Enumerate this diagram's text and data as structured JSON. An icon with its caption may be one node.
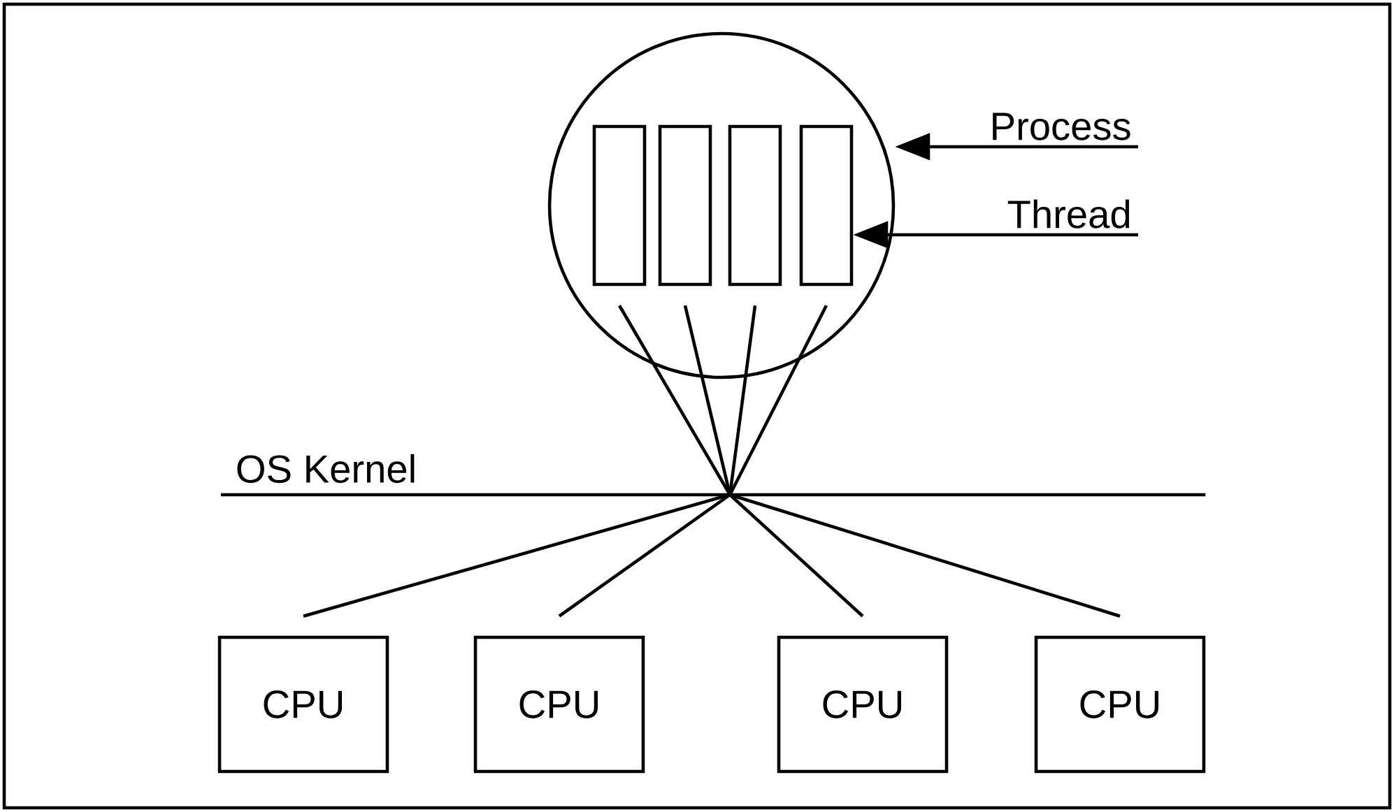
{
  "diagram": {
    "nodes": [
      {
        "text": [],
        "shape": "circle"
      },
      {
        "text": [],
        "shape": "box",
        "in": 0
      },
      {
        "text": [],
        "shape": "box",
        "in": 0
      },
      {
        "text": [],
        "shape": "box",
        "in": 0
      },
      {
        "text": [],
        "shape": "box",
        "in": 0
      },
      {
        "text": [
          "Process"
        ]
      },
      {
        "text": [
          "Thread"
        ]
      },
      {
        "text": [
          "OS Kernel"
        ]
      },
      {
        "text": [
          "CPU"
        ]
      },
      {
        "text": [
          "CPU"
        ]
      },
      {
        "text": [
          "CPU"
        ]
      },
      {
        "text": [
          "CPU"
        ]
      }
    ],
    "edges": [
      {
        "from": 5,
        "to": 0,
        "arrow": "to"
      },
      {
        "from": 6,
        "to": 4,
        "arrow": "to"
      },
      {
        "from": 1,
        "to": 7,
        "arrow": "none"
      },
      {
        "from": 2,
        "to": 7,
        "arrow": "none"
      },
      {
        "from": 3,
        "to": 7,
        "arrow": "none"
      },
      {
        "from": 4,
        "to": 7,
        "arrow": "none"
      },
      {
        "from": 7,
        "to": 8,
        "arrow": "none"
      },
      {
        "from": 7,
        "to": 9,
        "arrow": "none"
      },
      {
        "from": 7,
        "to": 10,
        "arrow": "none"
      },
      {
        "from": 7,
        "to": 11,
        "arrow": "none"
      }
    ]
  }
}
